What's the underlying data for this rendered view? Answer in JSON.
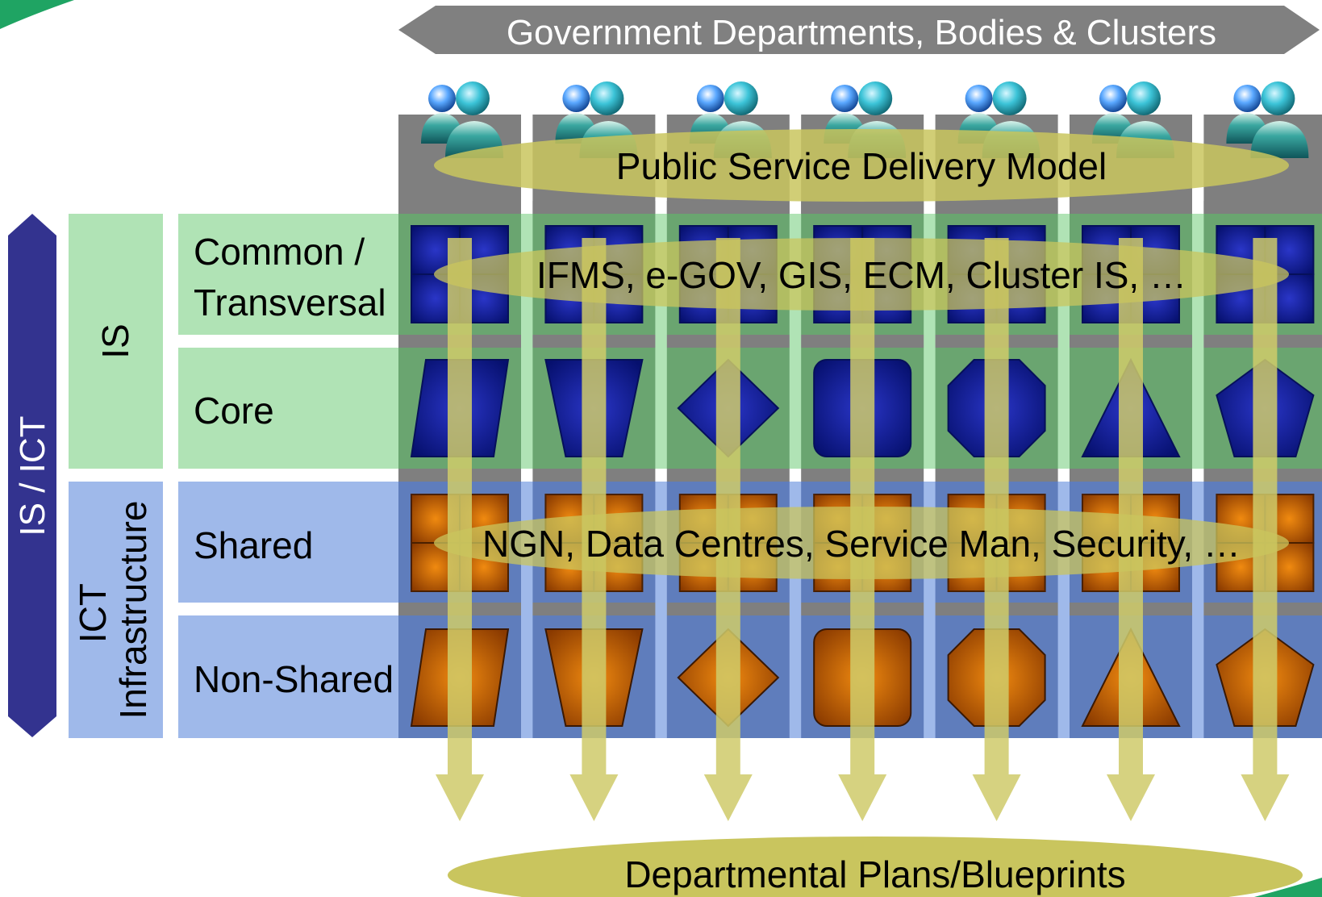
{
  "header": {
    "banner": "Government Departments, Bodies & Clusters"
  },
  "left": {
    "outer_label": "IS / ICT",
    "is_label": "IS",
    "ict_label_line1": "ICT",
    "ict_label_line2": "Infrastructure"
  },
  "rows": [
    {
      "label_line1": "Common /",
      "label_line2": "Transversal"
    },
    {
      "label_line1": "Core",
      "label_line2": ""
    },
    {
      "label_line1": "Shared",
      "label_line2": ""
    },
    {
      "label_line1": "Non-Shared",
      "label_line2": ""
    }
  ],
  "ellipses": {
    "top": "Public Service Delivery Model",
    "is": "IFMS, e-GOV, GIS, ECM, Cluster IS, …",
    "ict": "NGN, Data Centres, Service Man, Security, …",
    "bottom": "Departmental Plans/Blueprints"
  },
  "columns": 7,
  "core_shapes": [
    "parallelogram",
    "trapezoid",
    "diamond",
    "rounded-square",
    "octagon",
    "triangle",
    "pentagon"
  ],
  "icons": {
    "user": "users-icon"
  },
  "colors": {
    "banner": "#808080",
    "is_light": "#b0e3b5",
    "is_dark": "#6aa570",
    "ict_light": "#9fb9ea",
    "ict_dark": "#5f7dbc",
    "column_gray": "#7f7f7f",
    "left_arrow": "#33338f",
    "shape_blue": "#0a1690",
    "shape_orange": "#d96a00",
    "ellipse": "#c9c55e",
    "arrow": "#cfcb6a",
    "green_accent": "#1fa463"
  }
}
